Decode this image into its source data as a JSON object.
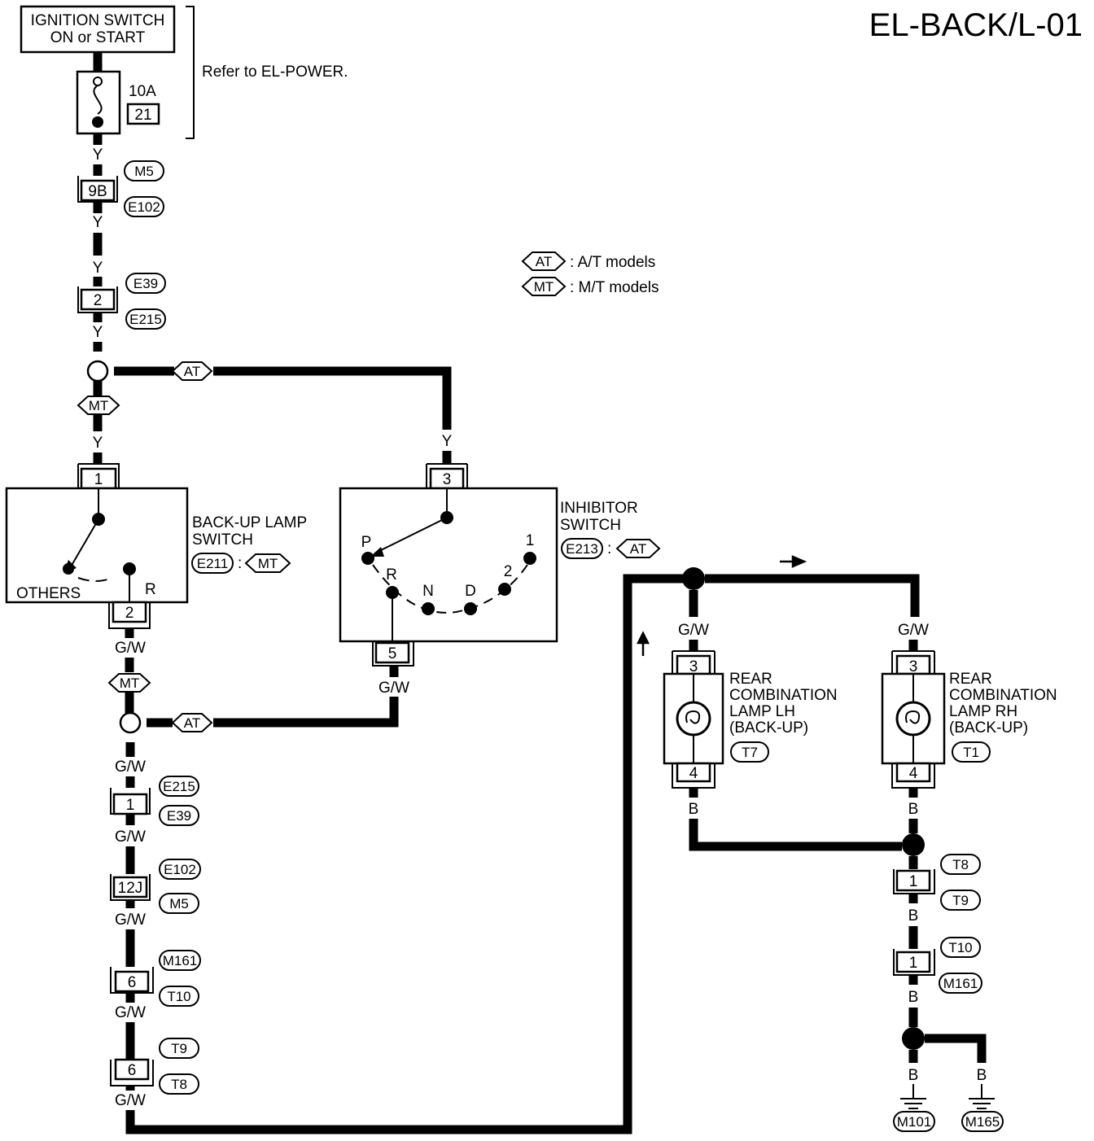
{
  "title": "EL-BACK/L-01",
  "power_source": {
    "label_line1": "IGNITION SWITCH",
    "label_line2": "ON or START",
    "fuse_rating": "10A",
    "fuse_number": "21",
    "refer_note": "Refer to EL-POWER."
  },
  "legend": {
    "at_tag": "AT",
    "at_text": ": A/T models",
    "mt_tag": "MT",
    "mt_text": ": M/T models"
  },
  "wire_colors": {
    "y": "Y",
    "gw": "G/W",
    "b": "B"
  },
  "connectors": {
    "c9b": "9B",
    "c2": "2",
    "c1": "1",
    "c12j": "12J",
    "c6": "6",
    "c3": "3",
    "c4": "4",
    "c5": "5"
  },
  "connector_ids": {
    "m5": "M5",
    "e102": "E102",
    "e39": "E39",
    "e215": "E215",
    "m161": "M161",
    "t10": "T10",
    "t9": "T9",
    "t8": "T8",
    "t7": "T7",
    "t1": "T1",
    "e211": "E211",
    "e213": "E213",
    "m101": "M101",
    "m165": "M165"
  },
  "model_tags": {
    "at": "AT",
    "mt": "MT"
  },
  "backup_switch": {
    "name_line1": "BACK-UP LAMP",
    "name_line2": "SWITCH",
    "others": "OTHERS",
    "r": "R",
    "colon": ":"
  },
  "inhibitor_switch": {
    "name_line1": "INHIBITOR",
    "name_line2": "SWITCH",
    "positions": {
      "p": "P",
      "r": "R",
      "n": "N",
      "d": "D",
      "two": "2",
      "one": "1"
    },
    "colon": ":"
  },
  "lamp_lh": {
    "line1": "REAR",
    "line2": "COMBINATION",
    "line3": "LAMP LH",
    "line4": "(BACK-UP)"
  },
  "lamp_rh": {
    "line1": "REAR",
    "line2": "COMBINATION",
    "line3": "LAMP RH",
    "line4": "(BACK-UP)"
  }
}
